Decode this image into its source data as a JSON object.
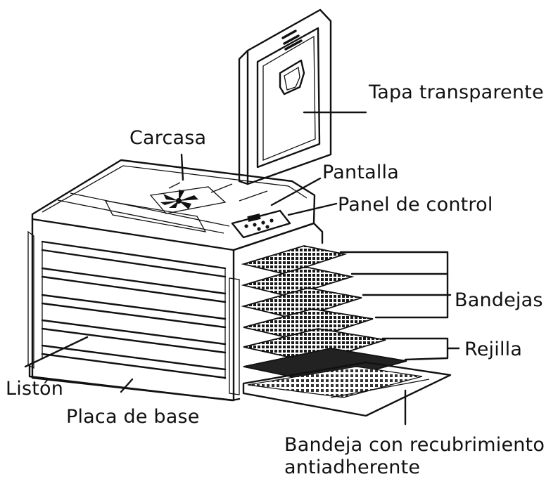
{
  "diagram": {
    "labels": {
      "tapa": "Tapa transparente",
      "carcasa": "Carcasa",
      "pantalla": "Pantalla",
      "panel": "Panel de control",
      "bandejas": "Bandejas",
      "rejilla": "Rejilla",
      "liston": "Listón",
      "placa": "Placa de base",
      "bandeja_line1": "Bandeja con recubrimiento",
      "bandeja_line2": "antiadherente"
    },
    "colors": {
      "ink": "#111111",
      "background": "#ffffff",
      "tray_fill": "#222222"
    }
  }
}
